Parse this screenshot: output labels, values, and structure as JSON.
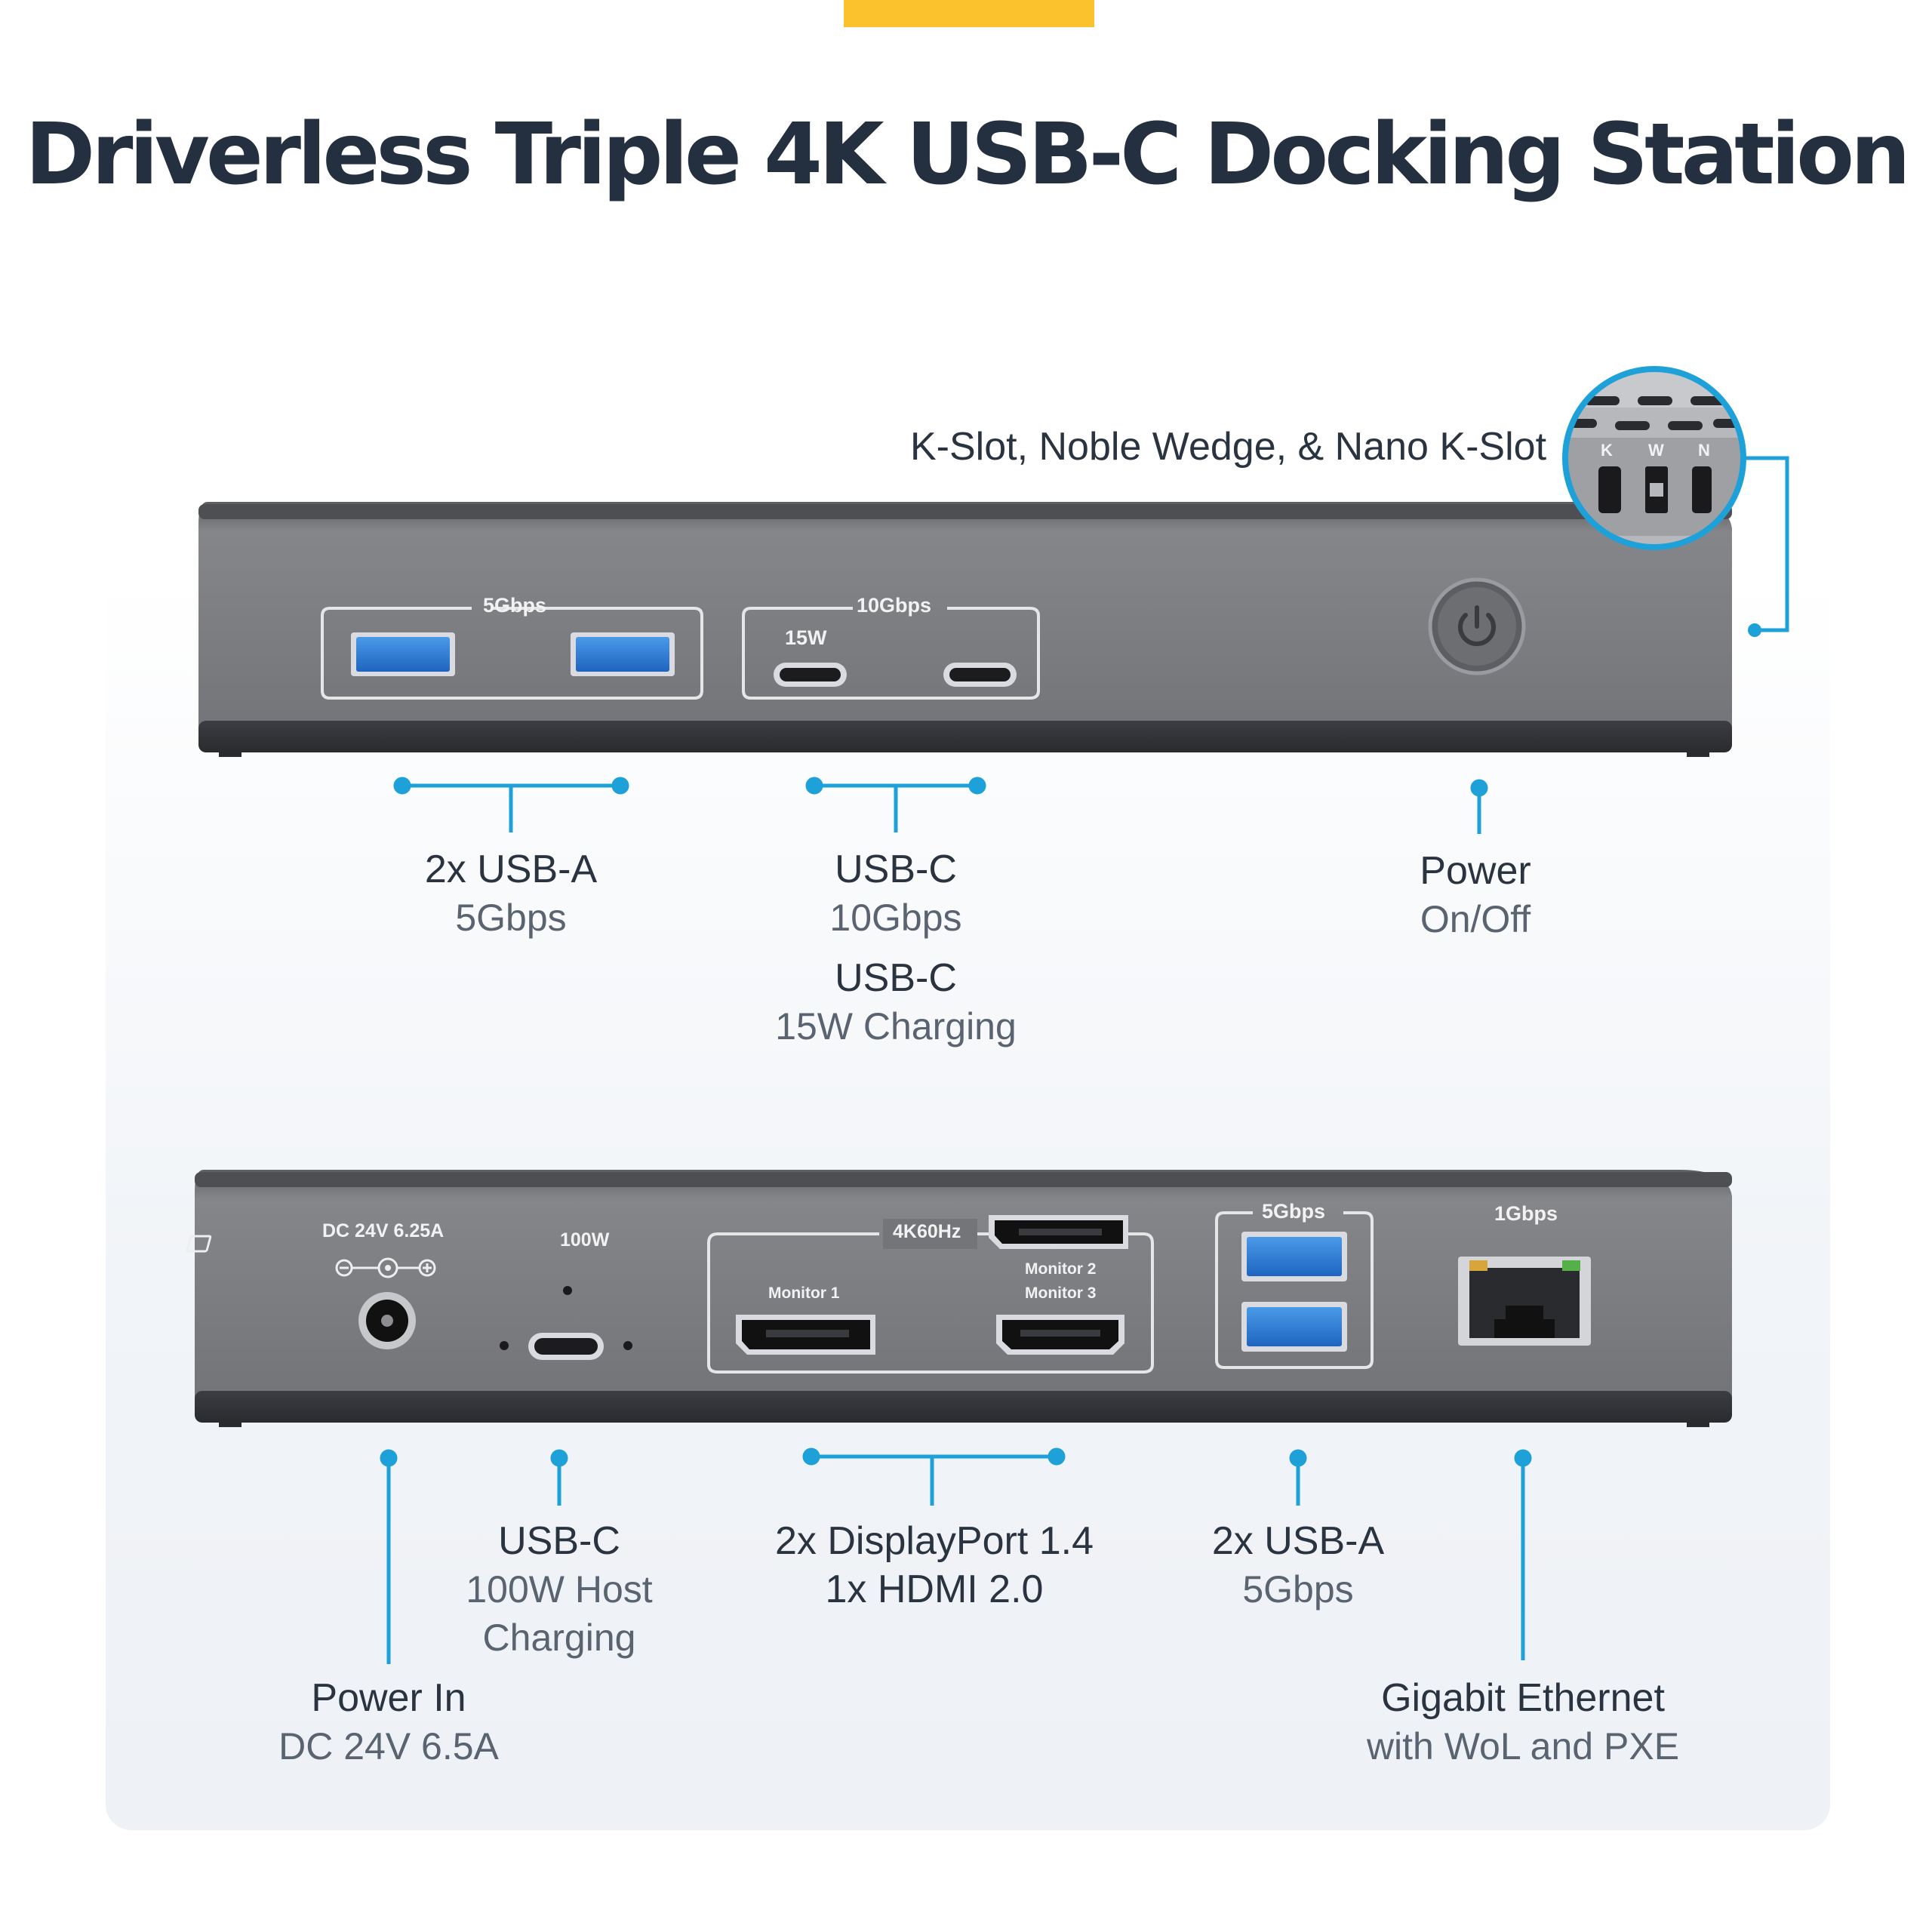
{
  "header": {
    "title": "Driverless Triple 4K USB-C Docking Station",
    "accent_color": "#fbc22d"
  },
  "colors": {
    "callout": "#1ea0d8",
    "device_body": "#6e6f73",
    "port_blue": "#2f7fd6"
  },
  "security": {
    "label": "K-Slot, Noble Wedge, & Nano K-Slot",
    "slots": [
      "K",
      "W",
      "N"
    ]
  },
  "front_device": {
    "usba_group_label": "5Gbps",
    "usbc_group_label": "10Gbps",
    "usbc_15w_label": "15W"
  },
  "front_callouts": {
    "usba": {
      "main": "2x USB-A",
      "sub": "5Gbps"
    },
    "usbc": {
      "main": "USB-C",
      "sub": "10Gbps",
      "main2": "USB-C",
      "sub2": "15W Charging"
    },
    "power": {
      "main": "Power",
      "sub": "On/Off"
    }
  },
  "rear_device": {
    "dc_label": "DC 24V 6.25A",
    "usbc_label": "100W",
    "video_group_label": "4K60Hz",
    "monitor1": "Monitor 1",
    "monitor2": "Monitor 2",
    "monitor3": "Monitor 3",
    "usba_group_label": "5Gbps",
    "ethernet_label": "1Gbps"
  },
  "rear_callouts": {
    "power_in": {
      "main": "Power In",
      "sub": "DC 24V 6.5A"
    },
    "usbc": {
      "main": "USB-C",
      "sub": "100W Host",
      "sub2": "Charging"
    },
    "video": {
      "main": "2x DisplayPort 1.4",
      "main2": "1x HDMI 2.0"
    },
    "usba": {
      "main": "2x USB-A",
      "sub": "5Gbps"
    },
    "ethernet": {
      "main": "Gigabit Ethernet",
      "sub": "with WoL and PXE"
    }
  }
}
